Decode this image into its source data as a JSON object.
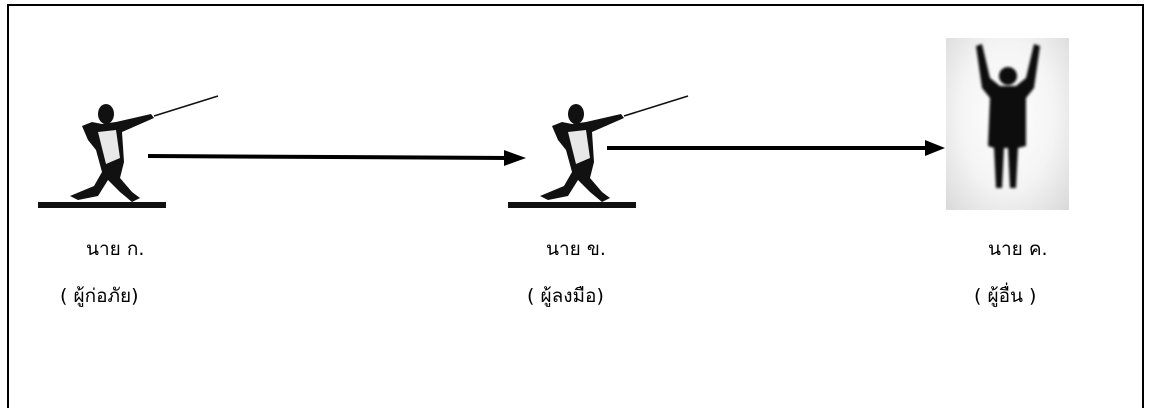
{
  "persons": [
    {
      "name": "นาย ก.",
      "role": "( ผู้ก่อภัย)"
    },
    {
      "name": "นาย ข.",
      "role": "( ผู้ลงมือ)"
    },
    {
      "name": "นาย ค.",
      "role": "( ผู้อื่น )"
    }
  ],
  "icons": [
    "fencer-icon",
    "fencer-icon",
    "person-arms-raised-icon"
  ],
  "colors": {
    "line": "#000000",
    "figure": "#111111"
  }
}
